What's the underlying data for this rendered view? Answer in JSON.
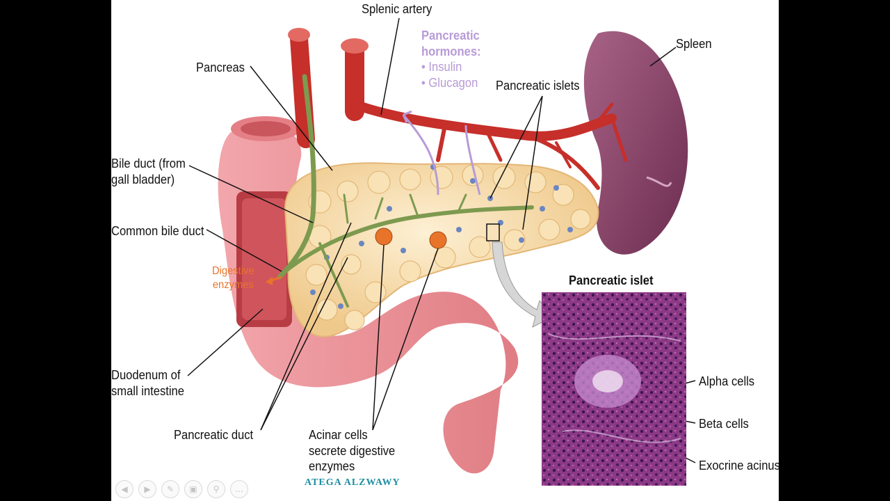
{
  "labels": {
    "splenic_artery": "Splenic artery",
    "spleen": "Spleen",
    "pancreas": "Pancreas",
    "pancreatic_islets": "Pancreatic islets",
    "bile_duct_line1": "Bile duct (from",
    "bile_duct_line2": "gall bladder)",
    "common_bile_duct": "Common bile duct",
    "digestive_line1": "Digestive",
    "digestive_line2": "enzymes",
    "duodenum_line1": "Duodenum of",
    "duodenum_line2": "small intestine",
    "pancreatic_duct": "Pancreatic duct",
    "acinar_line1": "Acinar cells",
    "acinar_line2": "secrete digestive",
    "acinar_line3": "enzymes",
    "pancreatic_islet_title": "Pancreatic islet",
    "alpha_cells": "Alpha cells",
    "beta_cells": "Beta cells",
    "exocrine_acinus": "Exocrine acinus"
  },
  "hormones": {
    "title_line1": "Pancreatic",
    "title_line2": "hormones:",
    "items": [
      "Insulin",
      "Glucagon"
    ]
  },
  "watermark": "ATEGA   ALZWAWY",
  "controls": [
    {
      "icon": "arrow-left-icon",
      "glyph": "◀"
    },
    {
      "icon": "arrow-right-icon",
      "glyph": "▶"
    },
    {
      "icon": "pen-icon",
      "glyph": "✎"
    },
    {
      "icon": "slides-icon",
      "glyph": "▣"
    },
    {
      "icon": "zoom-icon",
      "glyph": "⚲"
    },
    {
      "icon": "more-icon",
      "glyph": "…"
    }
  ],
  "colors": {
    "artery": "#c62f2a",
    "spleen": "#7e3a5e",
    "pancreas_tissue": "#f6d7a3",
    "duct": "#7d9a4f",
    "duodenum": "#e9898f",
    "islet_dots": "#6a86c2",
    "hormone_text": "#b79bd6",
    "enzyme_text": "#e8742a"
  }
}
